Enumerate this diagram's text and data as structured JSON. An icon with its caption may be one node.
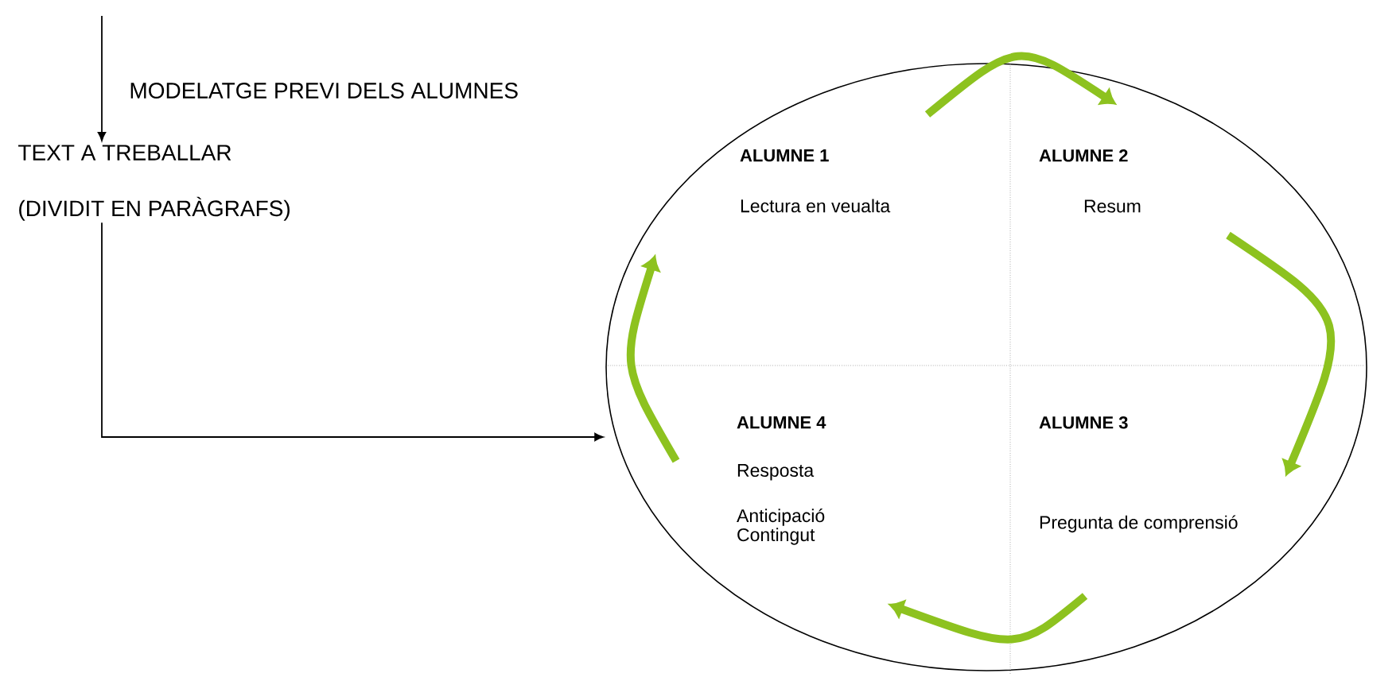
{
  "diagram": {
    "nodes": [
      {
        "text": [
          "TEXT A TREBALLAR",
          "(DIVIDIT  EN PARÀGRAFS)"
        ]
      },
      {
        "text": [],
        "shape": "ellipse"
      },
      {
        "text": [
          "ALUMNE 1",
          "Lectura en veualta"
        ],
        "in": 1
      },
      {
        "text": [
          "ALUMNE 2",
          "Resum"
        ],
        "in": 1
      },
      {
        "text": [
          "ALUMNE 4",
          "Resposta",
          "Anticipació Contingut"
        ],
        "in": 1
      },
      {
        "text": [
          "ALUMNE 3",
          "Pregunta de comprensió"
        ],
        "in": 1
      }
    ],
    "edges": [
      {
        "from": null,
        "to": 0,
        "arrow": "to",
        "label": "MODELATGE PREVI DELS ALUMNES",
        "color": "#000000"
      },
      {
        "from": 0,
        "to": 1,
        "arrow": "to",
        "color": "#000000"
      },
      {
        "from": 2,
        "to": 3,
        "arrow": "to"
      },
      {
        "from": 3,
        "to": 5,
        "arrow": "to"
      },
      {
        "from": 5,
        "to": 4,
        "arrow": "to"
      },
      {
        "from": 4,
        "to": 2,
        "arrow": "to"
      }
    ]
  }
}
